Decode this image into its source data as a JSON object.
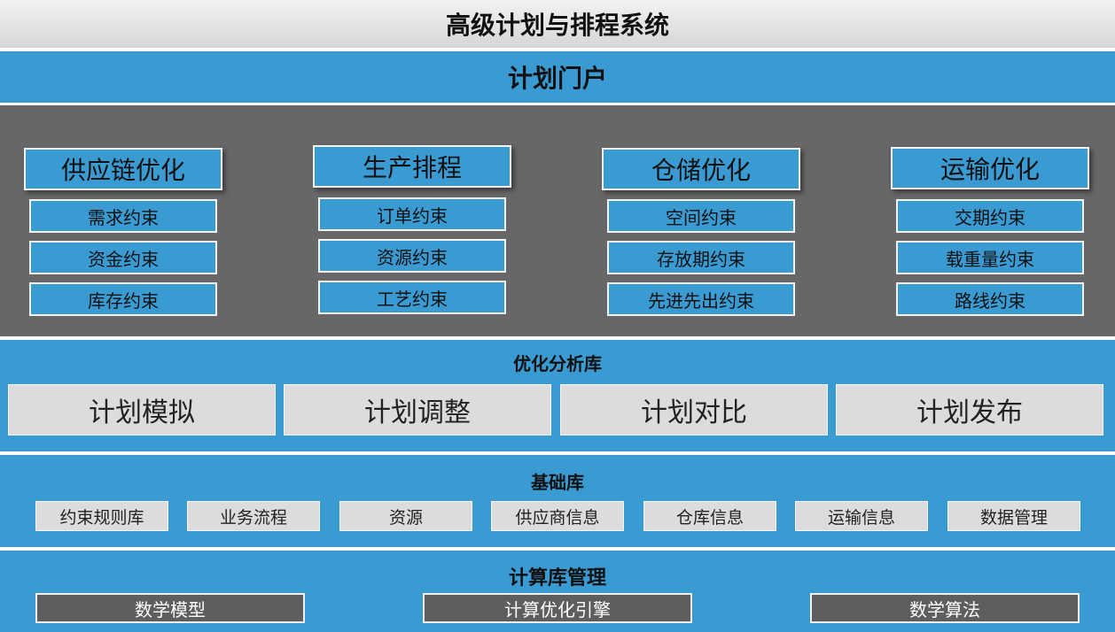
{
  "title": "高级计划与排程系统",
  "portal": "计划门户",
  "modules": [
    {
      "title": "供应链优化",
      "constraints": [
        "需求约束",
        "资金约束",
        "库存约束"
      ]
    },
    {
      "title": "生产排程",
      "constraints": [
        "订单约束",
        "资源约束",
        "工艺约束"
      ]
    },
    {
      "title": "仓储优化",
      "constraints": [
        "空间约束",
        "存放期约束",
        "先进先出约束"
      ]
    },
    {
      "title": "运输优化",
      "constraints": [
        "交期约束",
        "载重量约束",
        "路线约束"
      ]
    }
  ],
  "analysis": {
    "title": "优化分析库",
    "items": [
      "计划模拟",
      "计划调整",
      "计划对比",
      "计划发布"
    ]
  },
  "base": {
    "title": "基础库",
    "items": [
      "约束规则库",
      "业务流程",
      "资源",
      "供应商信息",
      "仓库信息",
      "运输信息",
      "数据管理"
    ]
  },
  "compute": {
    "title": "计算库管理",
    "items": [
      "数学模型",
      "计算优化引擎",
      "数学算法"
    ]
  },
  "colors": {
    "blue": "#3a9ad2",
    "dark_gray": "#676767",
    "light_gray": "#dcdcdc",
    "title_gray": "#e4e4e4"
  }
}
